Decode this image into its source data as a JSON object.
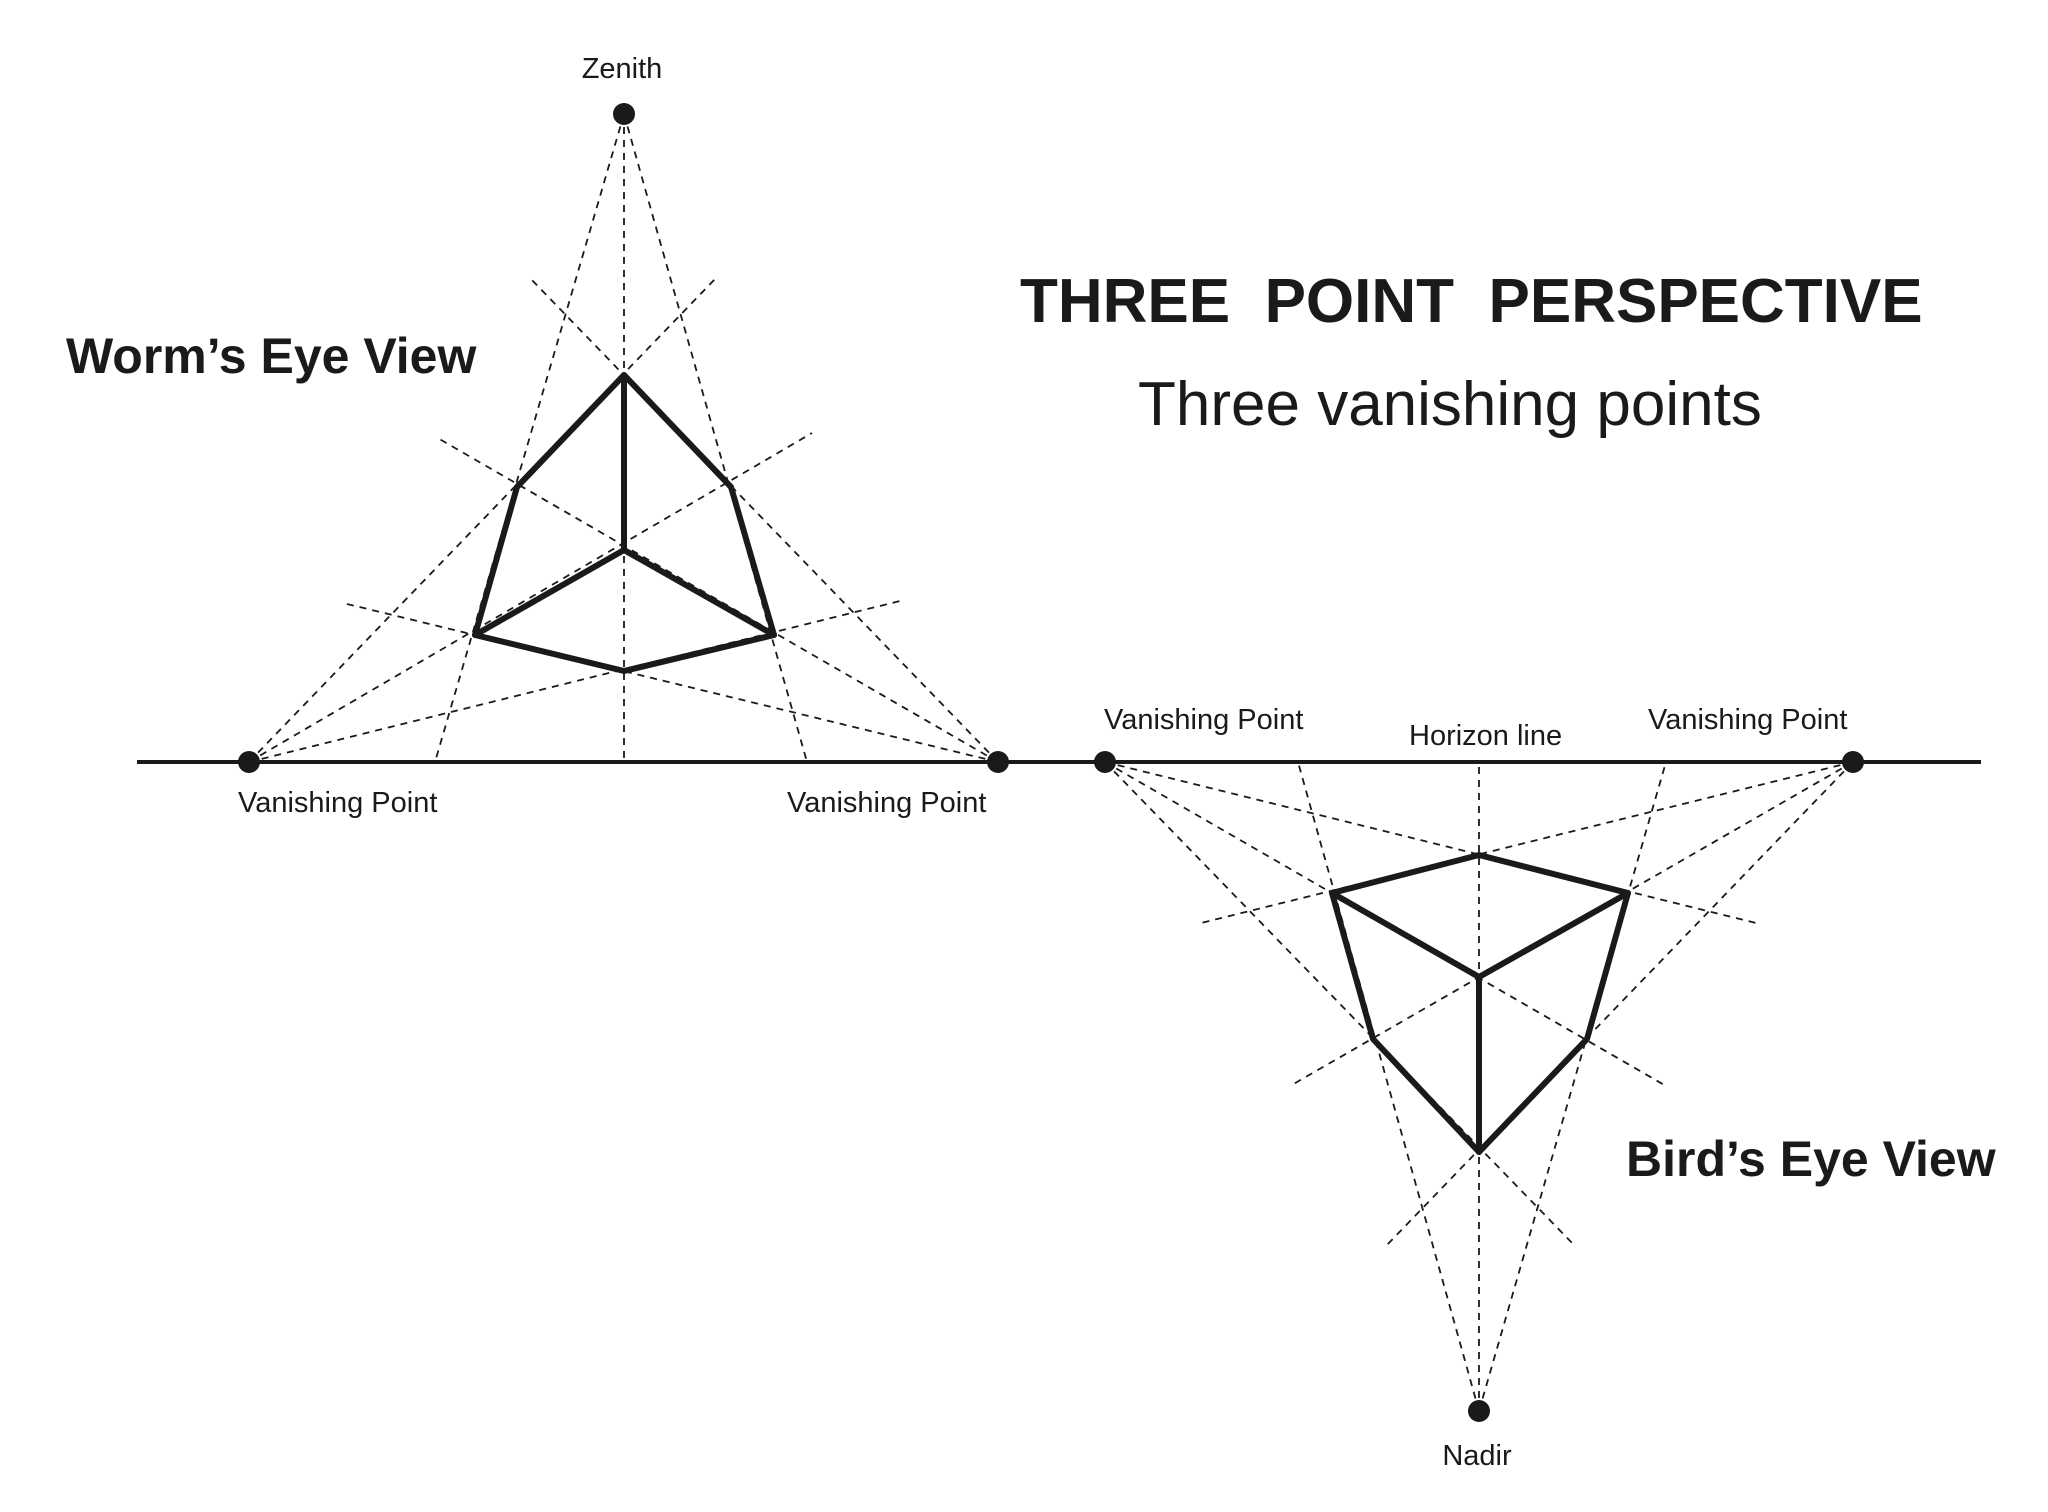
{
  "title": "THREE  POINT  PERSPECTIVE",
  "subtitle": "Three vanishing points",
  "worm": {
    "label": "Worm’s Eye View",
    "zenith_label": "Zenith",
    "left_vp_label": "Vanishing Point",
    "right_vp_label": "Vanishing Point"
  },
  "bird": {
    "label": "Bird’s Eye View",
    "left_vp_label": "Vanishing Point",
    "right_vp_label": "Vanishing Point",
    "horizon_label": "Horizon line",
    "nadir_label": "Nadir"
  },
  "colors": {
    "ink": "#1a1a1a",
    "background": "#ffffff"
  }
}
